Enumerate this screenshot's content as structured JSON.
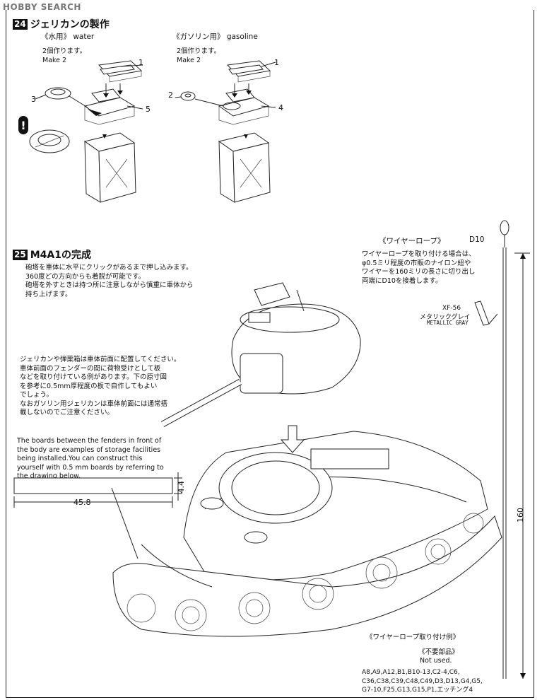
{
  "watermark": "HOBBY SEARCH",
  "step24": {
    "number": "24",
    "title": "ジェリカンの製作",
    "water": {
      "heading": "《水用》 water",
      "note": "2個作ります。\nMake 2",
      "parts": [
        "1",
        "3",
        "5"
      ]
    },
    "gasoline": {
      "heading": "《ガソリン用》 gasoline",
      "note": "2個作ります。\nMake 2",
      "parts": [
        "1",
        "2",
        "4"
      ]
    }
  },
  "step25": {
    "number": "25",
    "title": "M4A1の完成",
    "turret_note": "砲塔を車体に水平にクリックがあるまで押し込みます。\n360度どの方向からも着脱が可能です。\n砲塔を外すときは持つ所に注意しながら慎重に車体から\n持ち上げます。",
    "jerrycan_note_jp": "ジェリカンや弾薬箱は車体前面に配置してください。\n車体前面のフェンダーの間に荷物受けとして板\nなどを取り付けている例があります。下の原寸図\nを参考に0.5mm厚程度の板で自作してもよい\nでしょう。\nなおガソリン用ジェリカンは車体前面には通常搭\n載しないのでご注意ください。",
    "jerrycan_note_en": "The boards between the fenders in front of\nthe body are examples of storage facilities\nbeing installed.You can construct this\nyourself with 0.5 mm boards by referring to\nthe drawing below.",
    "board_width": "45.8",
    "board_height": "4.4",
    "wire_rope": {
      "heading": "《ワイヤーロープ》",
      "part": "D10",
      "note": "ワイヤーロープを取り付ける場合は、\nφ0.5ミリ程度の市販のナイロン紐や\nワイヤーを160ミリの長さに切り出し\n両端にD10を接着します。",
      "length": "160",
      "example_label": "《ワイヤーロープ取り付け例》"
    },
    "paint": {
      "code": "XF-56",
      "name_jp": "メタリックグレイ",
      "name_en": "METALLIC GRAY"
    },
    "not_used": {
      "heading_jp": "《不要部品》",
      "heading_en": "Not used.",
      "list": "A8,A9,A12,B1,B10-13,C2-4,C6,\nC36,C38,C39,C48,C49,D3,D13,G4,G5,\nG7-10,F25,G13,G15,P1,エッチング4"
    }
  }
}
